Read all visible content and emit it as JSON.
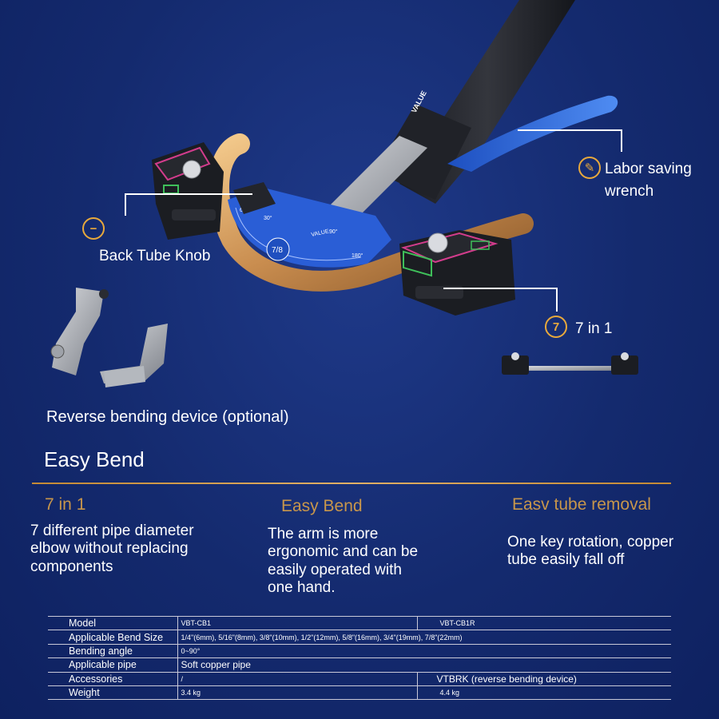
{
  "product": {
    "handle_brand": "VALUE",
    "degree_marks": [
      "30°",
      "60°",
      "90°",
      "180°"
    ],
    "size_mark": "7/8",
    "dial_brand": "VALUE"
  },
  "callouts": {
    "wrench": {
      "line1": "Labor saving",
      "line2": "wrench"
    },
    "knob": {
      "label": "Back Tube Knob"
    },
    "seven": {
      "icon_text": "7",
      "label": "7 in 1"
    },
    "reverse": {
      "label": "Reverse bending device (optional)"
    }
  },
  "headline": "Easy Bend",
  "features": [
    {
      "title": "7 in 1",
      "lines": [
        "7 different pipe diameter",
        "elbow without replacing",
        "components"
      ]
    },
    {
      "title": "Easy Bend",
      "lines": [
        "The arm is more",
        "ergonomic and can be",
        "easily operated with",
        "one hand."
      ]
    },
    {
      "title": "Easv tube removal",
      "lines": [
        "One key rotation, copper",
        "tube easily fall off"
      ]
    }
  ],
  "spec": {
    "rows": [
      {
        "label": "Model",
        "col1": "VBT-CB1",
        "col2": "VBT-CB1R"
      },
      {
        "label": "Applicable Bend Size",
        "span": "1/4\"(6mm), 5/16\"(8mm), 3/8\"(10mm), 1/2\"(12mm), 5/8\"(16mm), 3/4\"(19mm), 7/8\"(22mm)"
      },
      {
        "label": "Bending angle",
        "span": "0~90°"
      },
      {
        "label": "Applicable pipe",
        "span": "Soft copper pipe"
      },
      {
        "label": "Accessories",
        "col1": "/",
        "col2": "VTBRK (reverse bending device)"
      },
      {
        "label": "Weight",
        "col1": "3.4 kg",
        "col2": "4.4 kg"
      }
    ]
  },
  "colors": {
    "background": "#142a6e",
    "accent_gold": "#c8964b",
    "handle_blue": "#2f6fe0",
    "copper": "#d8a060",
    "dial_blue": "#2a5ed6"
  }
}
